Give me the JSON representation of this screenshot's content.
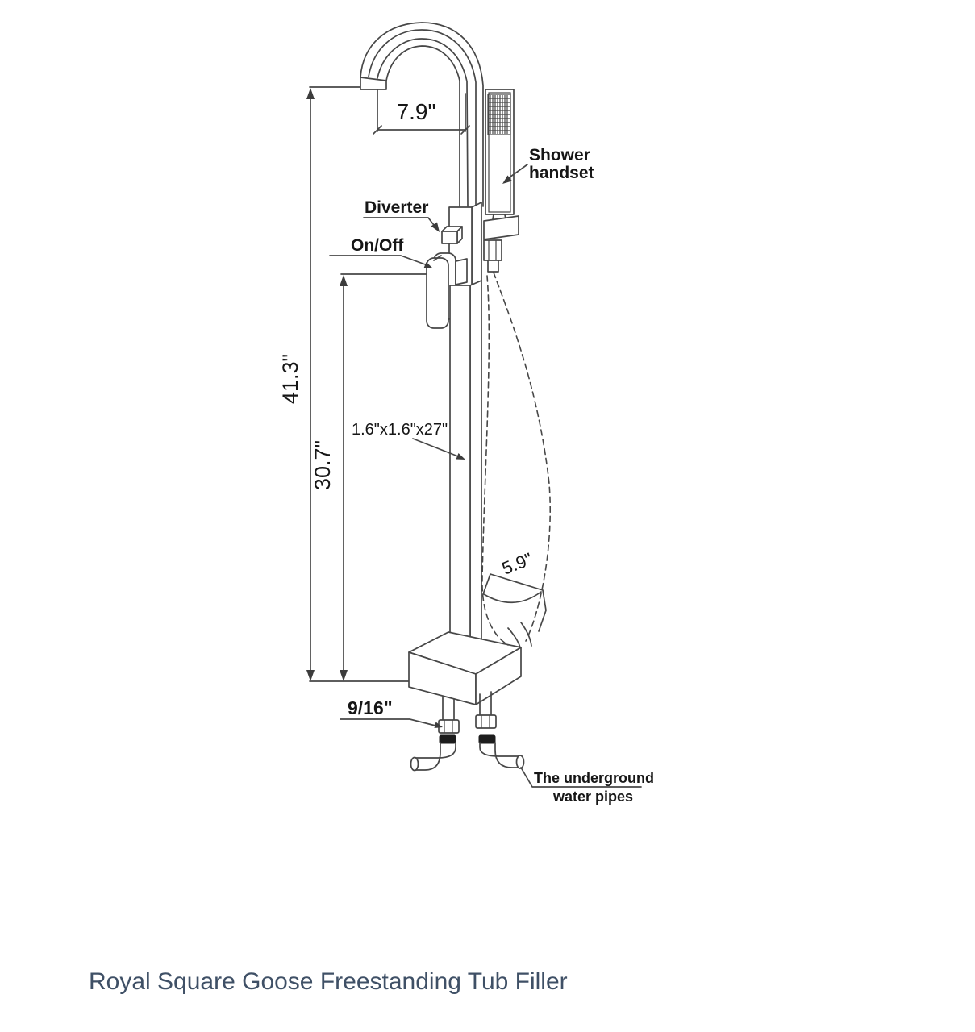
{
  "title": {
    "text": "Royal Square Goose Freestanding Tub Filler",
    "color": "#3f5066"
  },
  "diagram": {
    "type": "product-dimension-drawing",
    "product": "freestanding tub filler faucet",
    "line_color": "#474747",
    "text_color": "#161616",
    "dimensions": {
      "spout_reach": "7.9\"",
      "overall_height": "41.3\"",
      "handle_height": "30.7\"",
      "spout_column": "1.6\"x1.6\"x27\"",
      "base_depth": "5.9\"",
      "connector": "9/16\""
    },
    "labels": {
      "shower_handset_line1": "Shower",
      "shower_handset_line2": "handset",
      "diverter": "Diverter",
      "on_off": "On/Off",
      "underground_line1": "The underground",
      "underground_line2": "water pipes"
    }
  }
}
